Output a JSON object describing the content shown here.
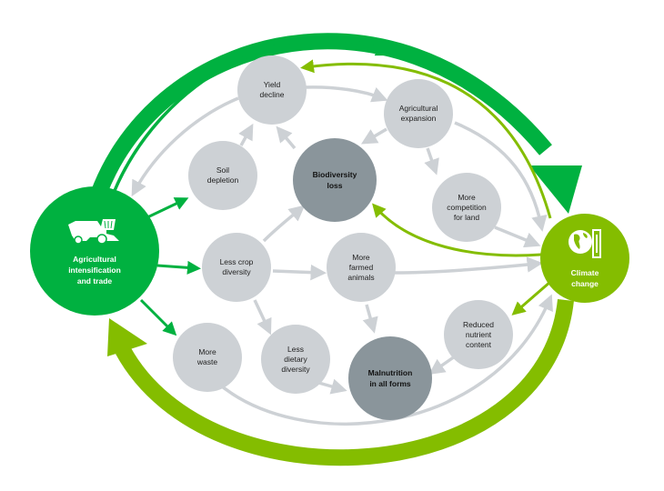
{
  "colors": {
    "primary_green": "#00b140",
    "lime_green": "#84bd00",
    "node_light": "#cdd1d5",
    "node_dark": "#8a959b",
    "arrow_gray": "#cdd1d5"
  },
  "nodes": {
    "agri": {
      "label": "Agricultural\nintensification\nand trade",
      "icon": "combine-harvester-icon"
    },
    "climate": {
      "label": "Climate\nchange",
      "icon": "globe-thermometer-icon"
    },
    "yield": {
      "label": "Yield\ndecline"
    },
    "expansion": {
      "label": "Agricultural\nexpansion"
    },
    "soil": {
      "label": "Soil\ndepletion"
    },
    "biodiversity": {
      "label": "Biodiversity\nloss"
    },
    "competition": {
      "label": "More\ncompetition\nfor land"
    },
    "crop": {
      "label": "Less crop\ndiversity"
    },
    "farmed": {
      "label": "More\nfarmed\nanimals"
    },
    "waste": {
      "label": "More\nwaste"
    },
    "dietary": {
      "label": "Less\ndietary\ndiversity"
    },
    "malnutrition": {
      "label": "Malnutrition\nin all forms"
    },
    "nutrient": {
      "label": "Reduced\nnutrient\ncontent"
    }
  }
}
